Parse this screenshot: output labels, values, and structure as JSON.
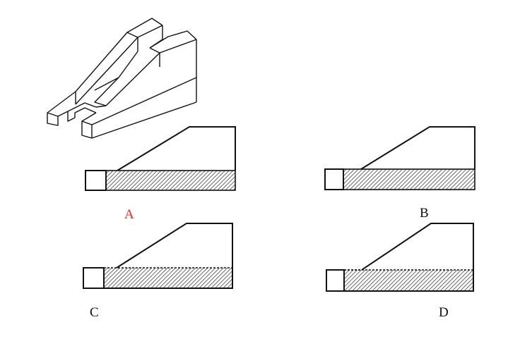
{
  "options": [
    {
      "id": "A",
      "label": "A",
      "color": "#e8262a"
    },
    {
      "id": "B",
      "label": "B",
      "color": "#111111"
    },
    {
      "id": "C",
      "label": "C",
      "color": "#111111"
    },
    {
      "id": "D",
      "label": "D",
      "color": "#111111"
    }
  ],
  "colors": {
    "line": "#111111",
    "highlight": "#e8262a",
    "background": "#ffffff"
  }
}
